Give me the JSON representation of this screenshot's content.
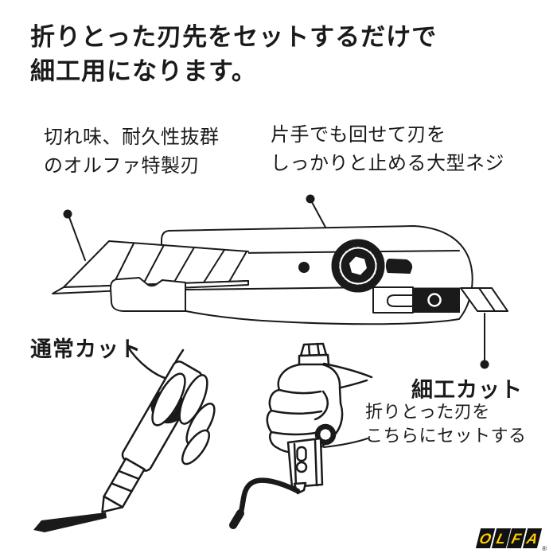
{
  "page": {
    "background": "#ffffff",
    "ink": "#1a1a1a"
  },
  "heading": {
    "line1": "折りとった刃先をセットするだけで",
    "line2": "細工用になります。"
  },
  "callout_blade": {
    "line1": "切れ味、耐久性抜群",
    "line2": "のオルファ特製刃"
  },
  "callout_screw": {
    "line1": "片手でも回せて刃を",
    "line2": "しっかりと止める大型ネジ"
  },
  "normal_cut": {
    "label": "通常カット"
  },
  "craft_cut": {
    "label": "細工カット",
    "note_line1": "折りとった刃を",
    "note_line2": "こちらにセットする"
  },
  "logo": {
    "name": "OLFA",
    "letters": [
      "O",
      "L",
      "F",
      "A"
    ],
    "registered_mark": "®",
    "box_color": "#111111",
    "letter_color": "#ffce00"
  }
}
